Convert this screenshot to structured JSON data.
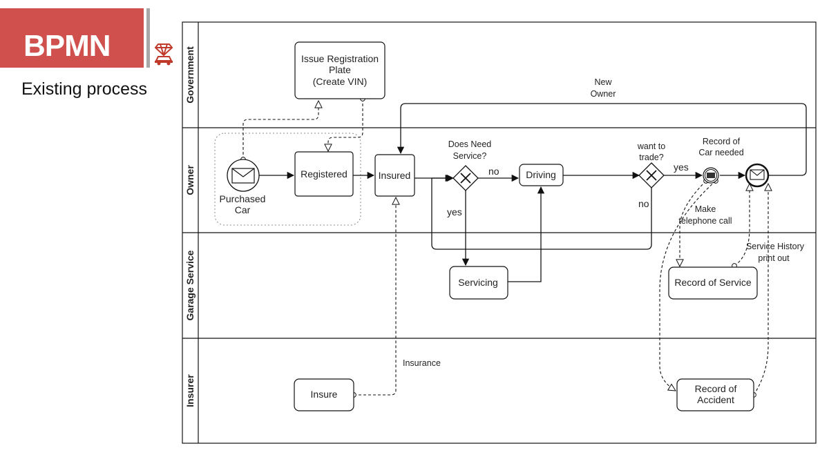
{
  "header": {
    "title": "BPMN",
    "subtitle": "Existing process"
  },
  "lanes": [
    "Government",
    "Owner",
    "Garage Service",
    "Insurer"
  ],
  "tasks": {
    "issue_plate": [
      "Issue Registration",
      "Plate",
      "(Create VIN)"
    ],
    "registered": "Registered",
    "insured": "Insured",
    "driving": "Driving",
    "servicing": "Servicing",
    "record_of_service": "Record of Service",
    "record_of_accident": [
      "Record of",
      "Accident"
    ],
    "insure": "Insure"
  },
  "events": {
    "purchased_car": [
      "Purchased",
      "Car"
    ]
  },
  "gateways": {
    "need_service": [
      "Does Need",
      "Service?"
    ],
    "want_trade": [
      "want to",
      "trade?"
    ]
  },
  "labels": {
    "no_1": "no",
    "yes_1": "yes",
    "yes_2": "yes",
    "no_2": "no",
    "new_owner": [
      "New",
      "Owner"
    ],
    "record_needed": [
      "Record of",
      "Car needed"
    ],
    "make_call": [
      "Make",
      "telephone call"
    ],
    "service_history": [
      "Service History",
      "print out"
    ],
    "insurance": "Insurance"
  },
  "colors": {
    "banner": "#d0504d",
    "banner_bar": "#a8a8a8",
    "logo": "#c0392b"
  }
}
